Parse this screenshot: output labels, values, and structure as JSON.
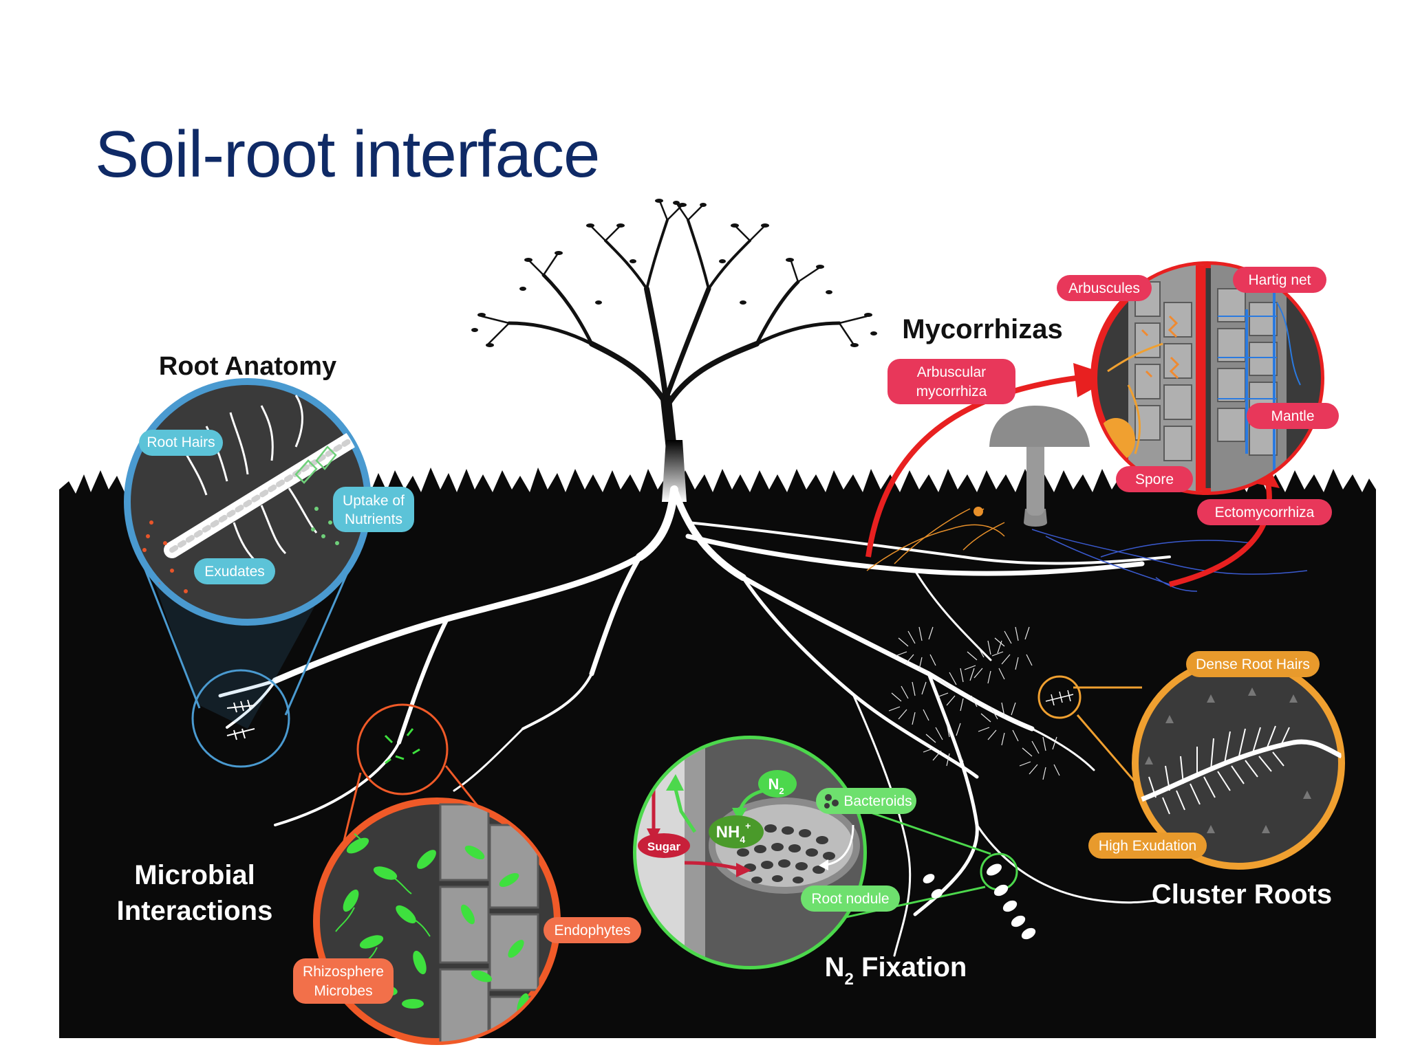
{
  "slide": {
    "title": "Soil-root interface"
  },
  "sections": {
    "root_anatomy": "Root Anatomy",
    "mycorrhizas": "Mycorrhizas",
    "microbial_line1": "Microbial",
    "microbial_line2": "Interactions",
    "cluster_roots": "Cluster Roots",
    "n2_fix_main": "N",
    "n2_fix_sub": "2",
    "n2_fix_rest": " Fixation"
  },
  "labels": {
    "root_hairs": "Root Hairs",
    "uptake_line1": "Uptake of",
    "uptake_line2": "Nutrients",
    "exudates": "Exudates",
    "arbuscules": "Arbuscules",
    "hartig_net": "Hartig net",
    "arbuscular_line1": "Arbuscular",
    "arbuscular_line2": "mycorrhiza",
    "mantle": "Mantle",
    "spore": "Spore",
    "ectomycorrhiza": "Ectomycorrhiza",
    "dense_root_hairs": "Dense Root Hairs",
    "high_exudation": "High Exudation",
    "endophytes": "Endophytes",
    "rhizosphere_line1": "Rhizosphere",
    "rhizosphere_line2": "Microbes",
    "bacteroids": "Bacteroids",
    "root_nodule": "Root nodule",
    "sugar": "Sugar",
    "nh4_main": "NH",
    "nh4_sub": "4",
    "nh4_sup": "+",
    "n2_main": "N",
    "n2_sub": "2"
  },
  "colors": {
    "title_blue": "#0f2a66",
    "soil": "#0a0a0a",
    "root_anatomy_blue": "#4a9ad0",
    "root_anatomy_label": "#5cc3d8",
    "mycorrhiza_red": "#e82020",
    "mycorrhiza_label": "#e8375a",
    "cluster_orange": "#f0a030",
    "cluster_label": "#e89a2c",
    "microbial_orange": "#f05a28",
    "microbial_label": "#f2704a",
    "fixation_green": "#4cd84c",
    "fixation_label": "#6ee06e",
    "sugar_red": "#c8203a",
    "microbe_green": "#3ee03e"
  }
}
